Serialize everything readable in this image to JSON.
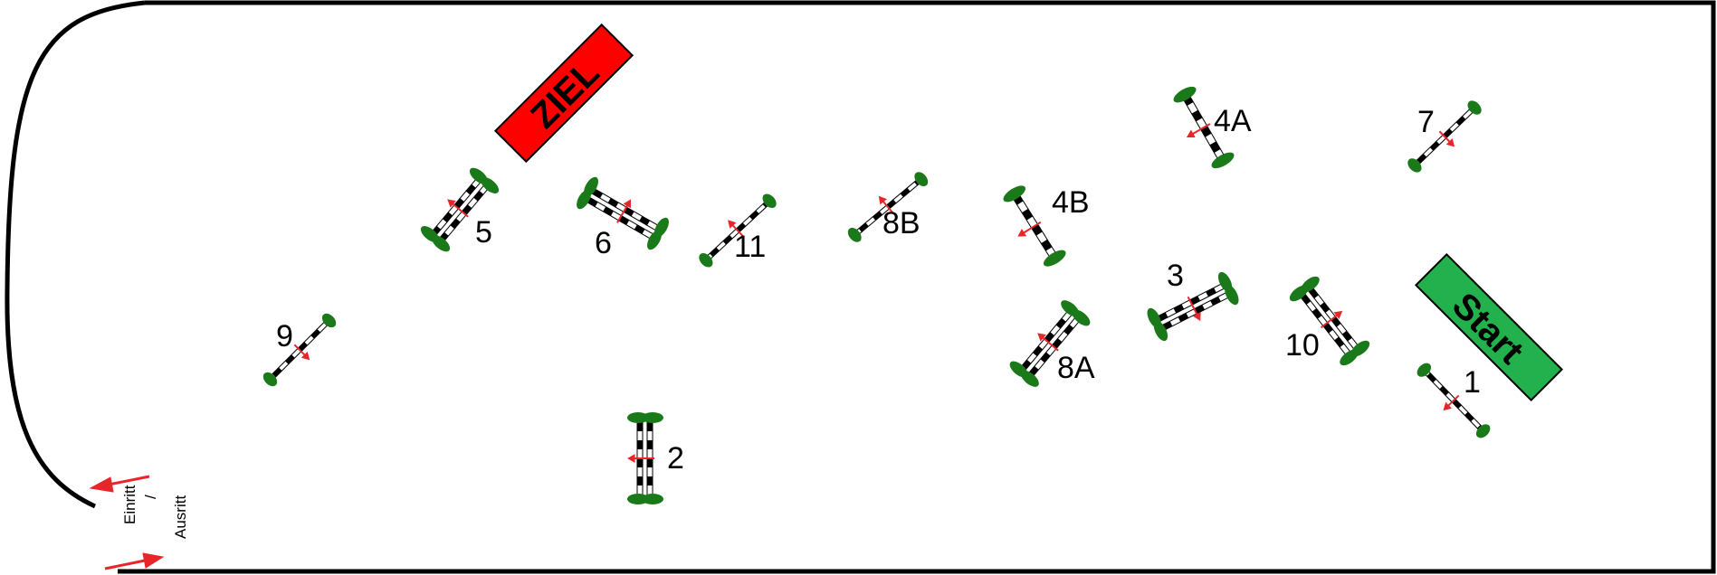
{
  "labels": {
    "finish_sign": "ZIEL",
    "start_sign": "Start",
    "entry_exit_in": "Einritt",
    "entry_exit_sep": "/",
    "entry_exit_out": "Ausritt"
  },
  "colors": {
    "finish": "#ff0000",
    "start": "#22b14c",
    "foliage": "#1a7a1a",
    "arrow": "#e8262a",
    "outline": "#000000"
  },
  "obstacles": [
    {
      "id": "1",
      "type": "vertical"
    },
    {
      "id": "2",
      "type": "oxer"
    },
    {
      "id": "3",
      "type": "oxer"
    },
    {
      "id": "4A",
      "type": "vertical"
    },
    {
      "id": "4B",
      "type": "vertical"
    },
    {
      "id": "5",
      "type": "oxer"
    },
    {
      "id": "6",
      "type": "oxer"
    },
    {
      "id": "7",
      "type": "vertical"
    },
    {
      "id": "8A",
      "type": "oxer"
    },
    {
      "id": "8B",
      "type": "vertical"
    },
    {
      "id": "9",
      "type": "vertical"
    },
    {
      "id": "10",
      "type": "oxer"
    },
    {
      "id": "11",
      "type": "vertical"
    }
  ]
}
